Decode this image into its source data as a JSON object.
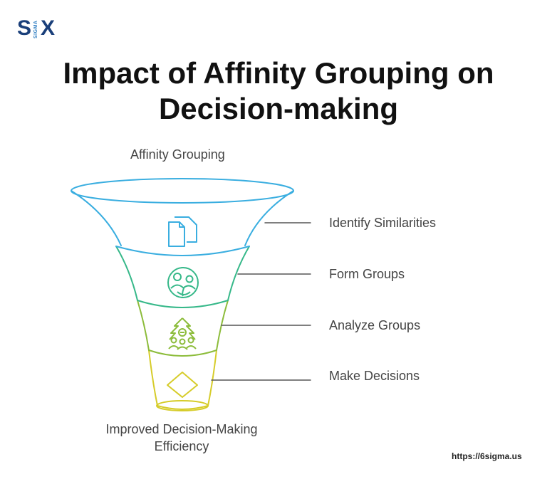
{
  "logo": {
    "letter_s": "S",
    "letter_x": "X",
    "sigma": "SIGMA"
  },
  "title": {
    "line1": "Impact of Affinity Grouping on",
    "line2": "Decision-making"
  },
  "funnel": {
    "top_label": "Affinity Grouping",
    "bottom_label_line1": "Improved Decision-Making",
    "bottom_label_line2": "Efficiency",
    "stages": [
      {
        "label": "Identify Similarities",
        "icon": "documents-icon",
        "color": "#3aaee0"
      },
      {
        "label": "Form Groups",
        "icon": "group-icon",
        "color": "#36b889"
      },
      {
        "label": "Analyze Groups",
        "icon": "growth-team-icon",
        "color": "#8cbc3a"
      },
      {
        "label": "Make Decisions",
        "icon": "diamond-icon",
        "color": "#d6cc2a"
      }
    ]
  },
  "footer": {
    "url": "https://6sigma.us"
  }
}
